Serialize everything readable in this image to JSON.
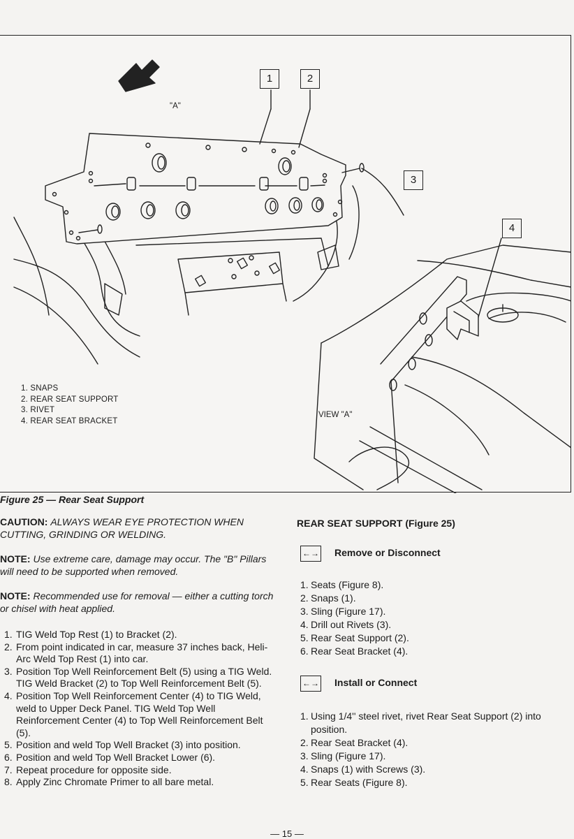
{
  "figure": {
    "callouts": [
      "1",
      "2",
      "3",
      "4"
    ],
    "label_a": "\"A\"",
    "view_a": "VIEW \"A\"",
    "legend": [
      "1.  SNAPS",
      "2.  REAR SEAT SUPPORT",
      "3.  RIVET",
      "4.  REAR SEAT BRACKET"
    ],
    "caption": "Figure 25 — Rear Seat Support"
  },
  "left": {
    "caution_label": "CAUTION:",
    "caution_text": "ALWAYS WEAR EYE PROTECTION WHEN CUTTING, GRINDING OR WELDING.",
    "note1_label": "NOTE:",
    "note1_text": "Use extreme care, damage may occur. The \"B\" Pillars will need to be supported when removed.",
    "note2_label": "NOTE:",
    "note2_text": "Recommended use for removal — either a cutting torch or chisel with heat applied.",
    "steps": [
      {
        "n": "1.",
        "text": "TIG Weld Top Rest (1) to Bracket (2)."
      },
      {
        "n": "2.",
        "text": "From point indicated in car, measure 37 inches back, Heli-Arc Weld Top Rest (1) into car."
      },
      {
        "n": "3.",
        "text": "Position Top Well Reinforcement Belt (5) using a TIG Weld. TIG Weld Bracket (2) to Top Well Reinforcement Belt (5)."
      },
      {
        "n": "4.",
        "text": "Position Top Well Reinforcement Center (4) to TIG Weld, weld to Upper Deck Panel. TIG Weld Top Well Reinforcement Center (4) to Top Well Reinforcement Belt (5)."
      },
      {
        "n": "5.",
        "text": "Position and weld Top Well Bracket (3) into position."
      },
      {
        "n": "6.",
        "text": "Position and weld Top Well Bracket Lower (6)."
      },
      {
        "n": "7.",
        "text": "Repeat procedure for opposite side."
      },
      {
        "n": "8.",
        "text": "Apply Zinc Chromate Primer to all bare metal."
      }
    ]
  },
  "right": {
    "title": "REAR SEAT SUPPORT (Figure 25)",
    "arrow_icon": "←→",
    "remove_label": "Remove or Disconnect",
    "remove_steps": [
      {
        "n": "1.",
        "text": "Seats (Figure 8)."
      },
      {
        "n": "2.",
        "text": "Snaps (1)."
      },
      {
        "n": "3.",
        "text": "Sling (Figure 17)."
      },
      {
        "n": "4.",
        "text": "Drill out Rivets (3)."
      },
      {
        "n": "5.",
        "text": "Rear Seat Support (2)."
      },
      {
        "n": "6.",
        "text": "Rear Seat Bracket (4)."
      }
    ],
    "install_label": "Install or Connect",
    "install_steps": [
      {
        "n": "1.",
        "text": "Using 1/4'' steel rivet, rivet Rear Seat Support (2) into position."
      },
      {
        "n": "2.",
        "text": "Rear Seat Bracket (4)."
      },
      {
        "n": "3.",
        "text": "Sling (Figure 17)."
      },
      {
        "n": "4.",
        "text": "Snaps (1) with Screws (3)."
      },
      {
        "n": "5.",
        "text": "Rear Seats (Figure 8)."
      }
    ]
  },
  "page_number": "— 15 —"
}
